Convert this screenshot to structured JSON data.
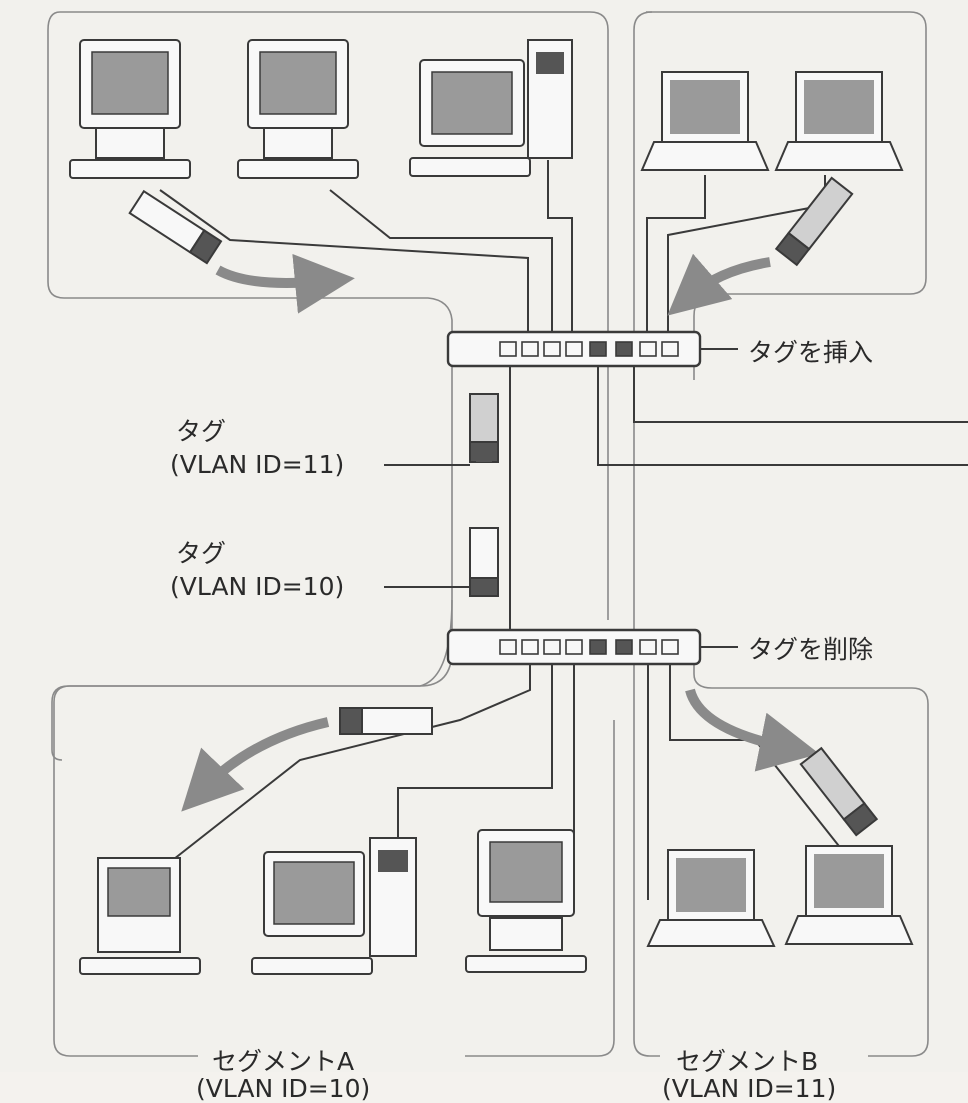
{
  "labels": {
    "insert_tag": "タグを挿入",
    "delete_tag": "タグを削除",
    "tag_11_title": "タグ",
    "tag_11_id": "(VLAN ID=11)",
    "tag_10_title": "タグ",
    "tag_10_id": "(VLAN ID=10)",
    "segment_a_name": "セグメントA",
    "segment_a_id": "(VLAN ID=10)",
    "segment_b_name": "セグメントB",
    "segment_b_id": "(VLAN ID=11)"
  },
  "colors": {
    "line": "#3a3a3a",
    "screen": "#9a9a9a",
    "tag_dark": "#555555",
    "arrow": "#8a8a8a",
    "tag_light": "#d0d0d0"
  },
  "icons": {
    "desktop": "desktop-computer-icon",
    "tower": "tower-computer-icon",
    "laptop": "laptop-computer-icon",
    "switch": "network-switch-icon",
    "tag": "vlan-tag-icon"
  }
}
